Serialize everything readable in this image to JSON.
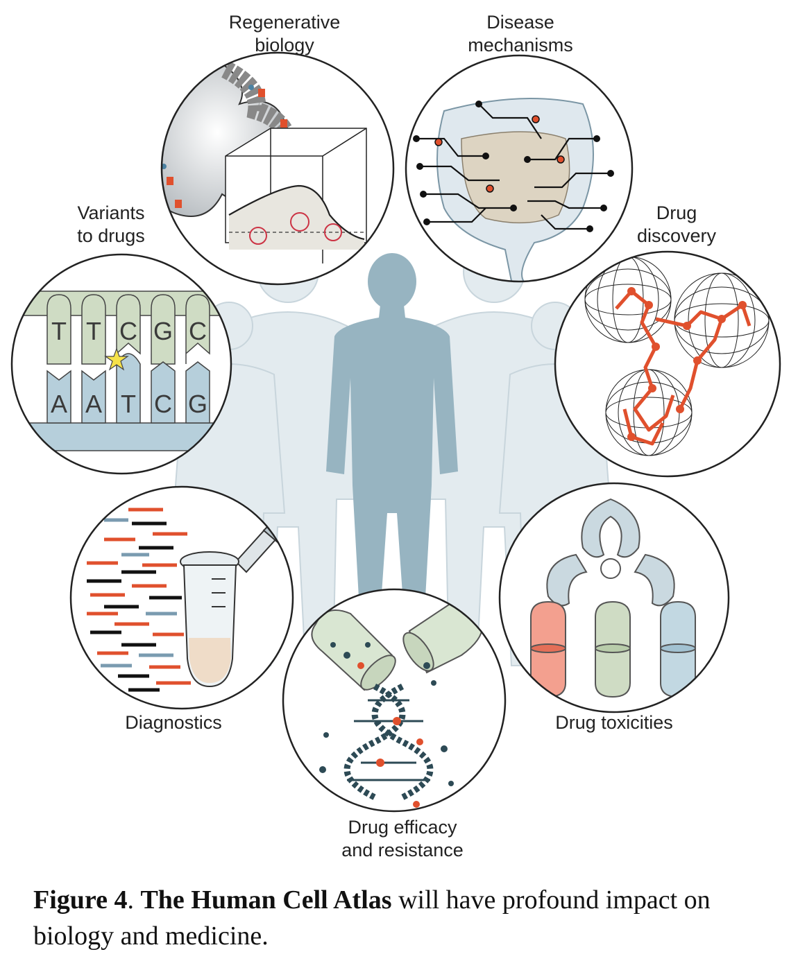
{
  "labels": {
    "regenerative": [
      "Regenerative",
      "biology"
    ],
    "disease": [
      "Disease",
      "mechanisms"
    ],
    "variants": [
      "Variants",
      "to drugs"
    ],
    "discovery": [
      "Drug",
      "discovery"
    ],
    "diagnostics": "Diagnostics",
    "toxicities": "Drug toxicities",
    "efficacy": [
      "Drug efficacy",
      "and resistance"
    ]
  },
  "dna_strand": {
    "top": [
      "T",
      "T",
      "C",
      "G",
      "C"
    ],
    "bottom": [
      "A",
      "A",
      "T",
      "C",
      "G"
    ]
  },
  "caption": {
    "fig_label": "Figure 4",
    "sep": ". ",
    "title": "The Human Cell Atlas",
    "text": " will have profound impact on biology and medicine."
  },
  "colors": {
    "silhouette_main": "#97b4c1",
    "silhouette_bg": "#dfe8ed",
    "accent_red": "#e0502d",
    "strand_green": "#cfdcc4",
    "strand_blue": "#b6cfdb",
    "star": "#f6e24a"
  }
}
